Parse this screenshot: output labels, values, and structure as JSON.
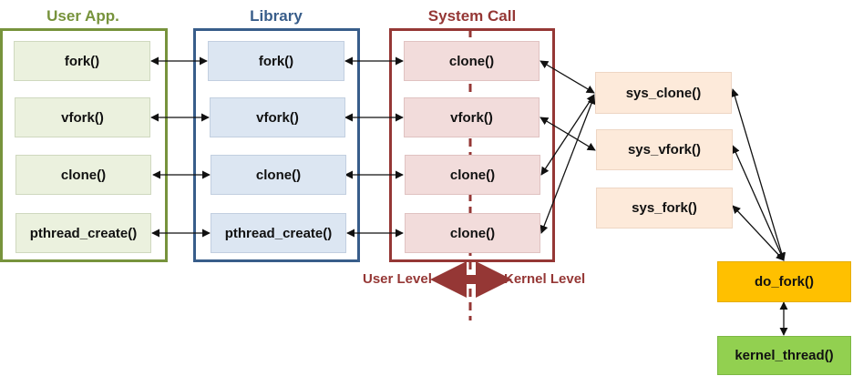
{
  "groups": {
    "user_app": "User App.",
    "library": "Library",
    "system_call": "System Call"
  },
  "user_app": [
    "fork()",
    "vfork()",
    "clone()",
    "pthread_create()"
  ],
  "library": [
    "fork()",
    "vfork()",
    "clone()",
    "pthread_create()"
  ],
  "system_call": [
    "clone()",
    "vfork()",
    "clone()",
    "clone()"
  ],
  "kernel": {
    "sys_clone": "sys_clone()",
    "sys_vfork": "sys_vfork()",
    "sys_fork": "sys_fork()",
    "do_fork": "do_fork()",
    "kernel_thread": "kernel_thread()"
  },
  "levels": {
    "user": "User Level",
    "kernel": "Kernel Level"
  },
  "colors": {
    "user_border": "#77933c",
    "user_title": "#77933c",
    "library_border": "#385d8a",
    "library_title": "#385d8a",
    "system_border": "#953735",
    "system_title": "#953735",
    "divider": "#953735"
  }
}
